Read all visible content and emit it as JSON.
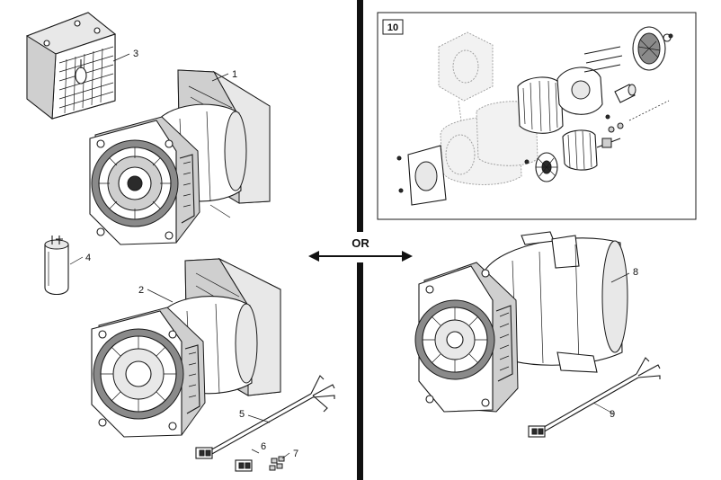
{
  "divider_label": "OR",
  "callouts": {
    "c1": "1",
    "c2": "2",
    "c3": "3",
    "c4": "4",
    "c5": "5",
    "c6": "6",
    "c7": "7",
    "c8": "8",
    "c9": "9"
  },
  "inset": {
    "number": "10"
  }
}
